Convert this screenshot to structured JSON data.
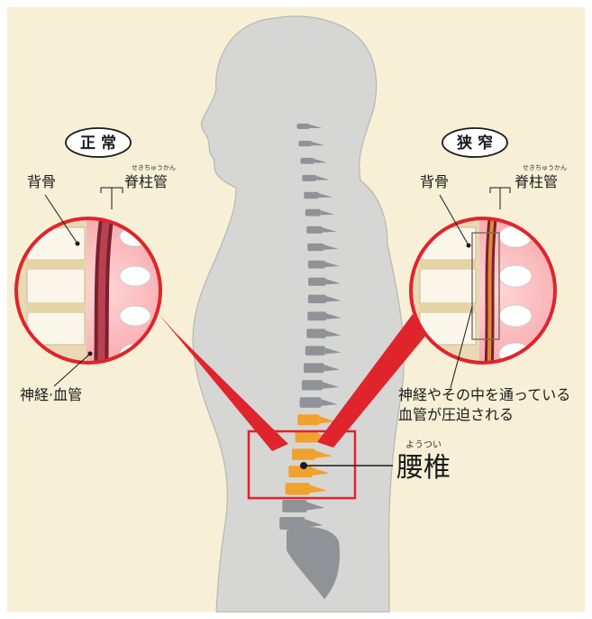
{
  "colors": {
    "background": "#f7f0d6",
    "body": "#d6d6d4",
    "vertebra": "#8f9297",
    "lumbar": "#f0a22e",
    "accent_red": "#e0242c",
    "canal": "#9c2c3a",
    "disc": "#ffffff"
  },
  "normal": {
    "title": "正 常",
    "bone_label": "背骨",
    "canal_reading": "せきちゅうかん",
    "canal_label": "脊柱管",
    "nerve_label": "神経·血管"
  },
  "stenosis": {
    "title": "狭 窄",
    "bone_label": "背骨",
    "canal_reading": "せきちゅうかん",
    "canal_label": "脊柱管",
    "note_line1": "神経やその中を通っている",
    "note_line2": "血管が圧迫される"
  },
  "lumbar": {
    "reading": "ようつい",
    "label": "腰椎"
  }
}
